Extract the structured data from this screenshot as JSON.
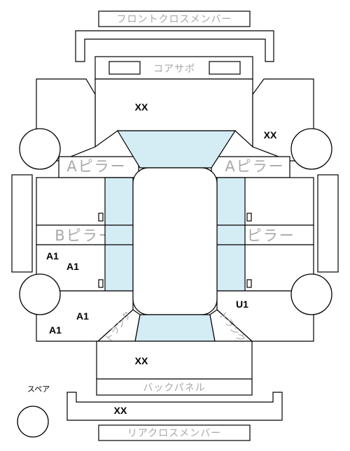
{
  "labels": {
    "front_cross_member": "フロントクロスメンバー",
    "core_support": "コアサポ",
    "a_pillar": "Aピラー",
    "b_pillar": "Bピラー",
    "trunk": "トランク",
    "back_panel": "バックパネル",
    "rear_cross_member": "リアクロスメンバー",
    "spare": "スペア"
  },
  "marks": {
    "front_center": "XX",
    "front_right": "XX",
    "left_rear_door_1": "A1",
    "left_rear_door_2": "A1",
    "left_rear_quarter_1": "A1",
    "left_rear_quarter_2": "A1",
    "right_rear_quarter": "U1",
    "trunk_area": "XX",
    "rear_cross_member": "XX"
  }
}
